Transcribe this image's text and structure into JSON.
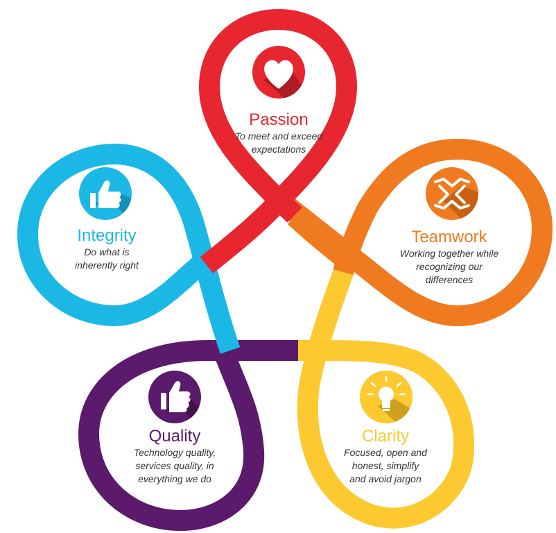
{
  "values": [
    {
      "key": "passion",
      "title": "Passion",
      "description": [
        "To meet and exceed",
        "expectations"
      ],
      "color": "#e8262f",
      "icon": "heart-icon"
    },
    {
      "key": "teamwork",
      "title": "Teamwork",
      "description": [
        "Working together while",
        "recognizing our",
        "differences"
      ],
      "color": "#f07a20",
      "icon": "handshake-icon"
    },
    {
      "key": "clarity",
      "title": "Clarity",
      "description": [
        "Focused, open and",
        "honest, simplify",
        "and avoid jargon"
      ],
      "color": "#fcc930",
      "icon": "lightbulb-icon"
    },
    {
      "key": "quality",
      "title": "Quality",
      "description": [
        "Technology quality,",
        "services quality, in",
        "everything we do"
      ],
      "color": "#5b1a6b",
      "icon": "thumbs-up-icon"
    },
    {
      "key": "integrity",
      "title": "Integrity",
      "description": [
        "Do what is",
        "inherently right"
      ],
      "color": "#1bb8e6",
      "icon": "hand-thumbs-up-icon"
    }
  ]
}
